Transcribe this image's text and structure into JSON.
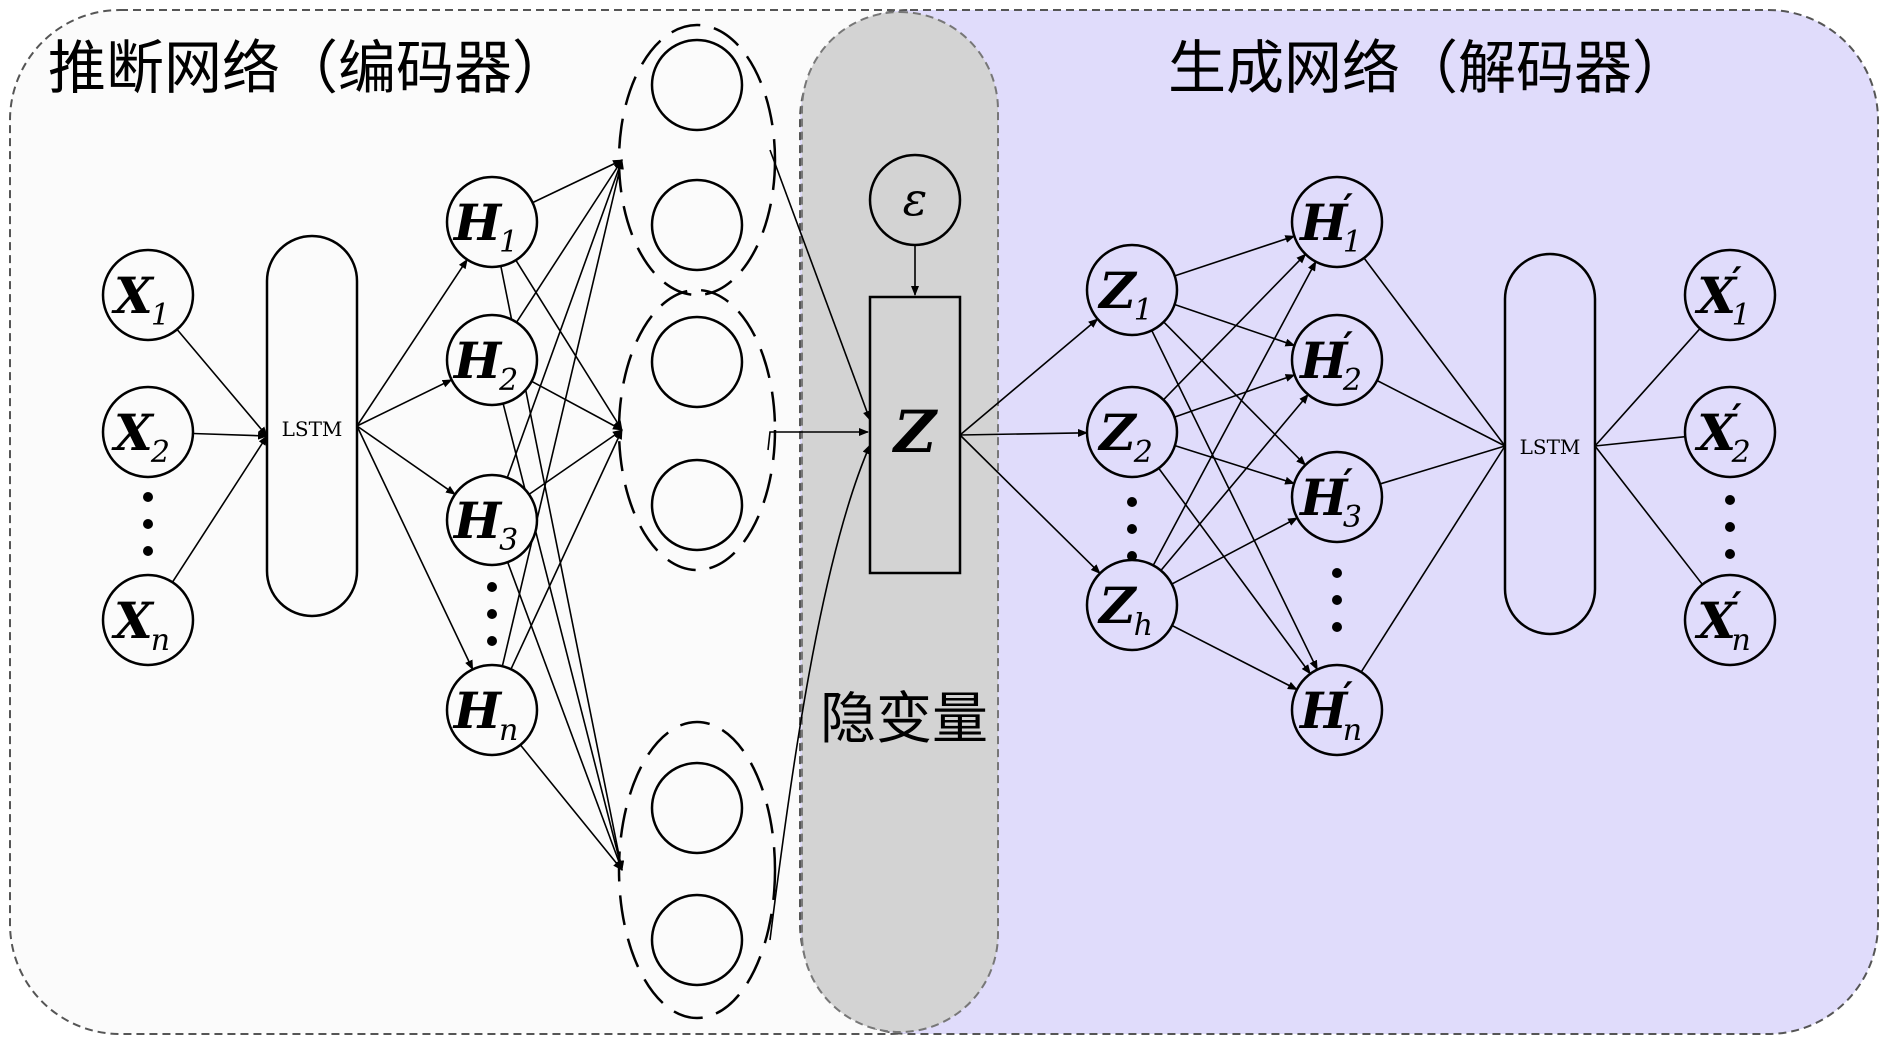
{
  "titles": {
    "encoder": "推断网络（编码器）",
    "decoder": "生成网络（解码器）",
    "latent": "隐变量"
  },
  "labels": {
    "lstm_encoder": "LSTM",
    "lstm_decoder": "LSTM",
    "epsilon": "ε",
    "z_main": "Z"
  },
  "nodes": {
    "x": [
      {
        "base": "X",
        "sub": "1",
        "prime": false
      },
      {
        "base": "X",
        "sub": "2",
        "prime": false
      },
      {
        "base": "X",
        "sub": "n",
        "prime": false
      }
    ],
    "h": [
      {
        "base": "H",
        "sub": "1",
        "prime": false
      },
      {
        "base": "H",
        "sub": "2",
        "prime": false
      },
      {
        "base": "H",
        "sub": "3",
        "prime": false
      },
      {
        "base": "H",
        "sub": "n",
        "prime": false
      }
    ],
    "z": [
      {
        "base": "Z",
        "sub": "1",
        "prime": false
      },
      {
        "base": "Z",
        "sub": "2",
        "prime": false
      },
      {
        "base": "Z",
        "sub": "h",
        "prime": false
      }
    ],
    "hp": [
      {
        "base": "H",
        "sub": "1",
        "prime": true
      },
      {
        "base": "H",
        "sub": "2",
        "prime": true
      },
      {
        "base": "H",
        "sub": "3",
        "prime": true
      },
      {
        "base": "H",
        "sub": "n",
        "prime": true
      }
    ],
    "xp": [
      {
        "base": "X",
        "sub": "1",
        "prime": true
      },
      {
        "base": "X",
        "sub": "2",
        "prime": true
      },
      {
        "base": "X",
        "sub": "n",
        "prime": true
      }
    ]
  },
  "colors": {
    "decoder_fill": "#e0dcfb",
    "latent_fill": "#d3d3d3",
    "encoder_fill": "#fbfbfb",
    "stroke": "#000000"
  }
}
